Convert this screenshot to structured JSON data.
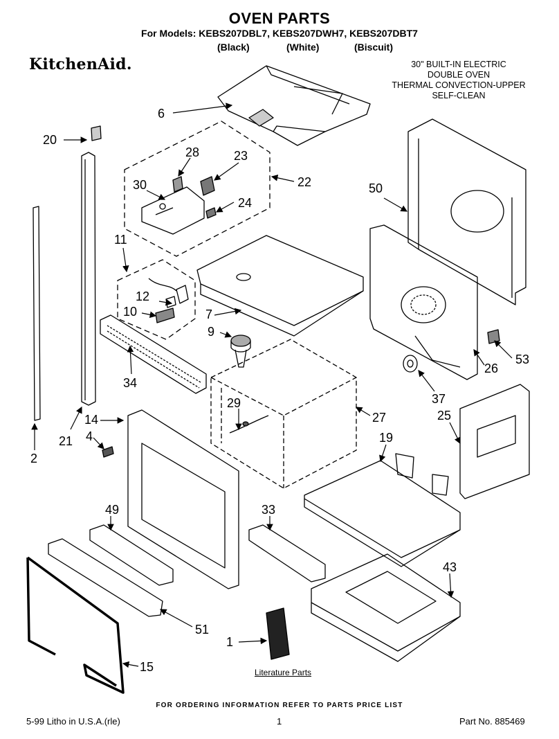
{
  "header": {
    "title": "OVEN PARTS",
    "models": "For Models: KEBS207DBL7, KEBS207DWH7, KEBS207DBT7",
    "variants": [
      "(Black)",
      "(White)",
      "(Biscuit)"
    ],
    "brand": "KitchenAid."
  },
  "description": [
    "30\" BUILT-IN ELECTRIC",
    "DOUBLE OVEN",
    "THERMAL CONVECTION-UPPER",
    "SELF-CLEAN"
  ],
  "callouts": {
    "c1": "1",
    "c2": "2",
    "c4": "4",
    "c6": "6",
    "c7": "7",
    "c9": "9",
    "c10": "10",
    "c11": "11",
    "c12": "12",
    "c14": "14",
    "c15": "15",
    "c19": "19",
    "c20": "20",
    "c21": "21",
    "c22": "22",
    "c23": "23",
    "c24": "24",
    "c25": "25",
    "c26": "26",
    "c27": "27",
    "c28": "28",
    "c29": "29",
    "c30": "30",
    "c33": "33",
    "c34": "34",
    "c37": "37",
    "c43": "43",
    "c49": "49",
    "c50": "50",
    "c51": "51",
    "c53": "53"
  },
  "literature_label": "Literature Parts",
  "footer": {
    "note": "FOR ORDERING INFORMATION REFER TO PARTS PRICE LIST",
    "litho": "5-99 Litho in U.S.A.(rle)",
    "page": "1",
    "part_no": "Part No. 885469"
  }
}
